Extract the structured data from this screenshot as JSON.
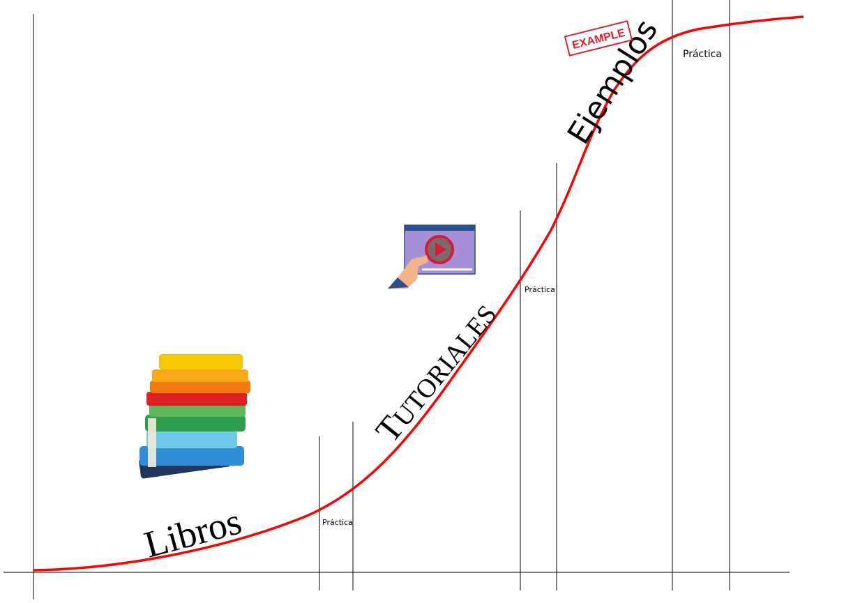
{
  "stages": {
    "libros": "Libros",
    "tutoriales_first": "T",
    "tutoriales_rest": "UTORIALES",
    "ejemplos": "Ejemplos"
  },
  "practice_labels": [
    "Práctica",
    "Práctica",
    "Práctica"
  ],
  "stamp_text": "EXAMPLE",
  "colors": {
    "curve": "#ff0000",
    "axis": "#000000",
    "stamp": "#e0202a"
  }
}
